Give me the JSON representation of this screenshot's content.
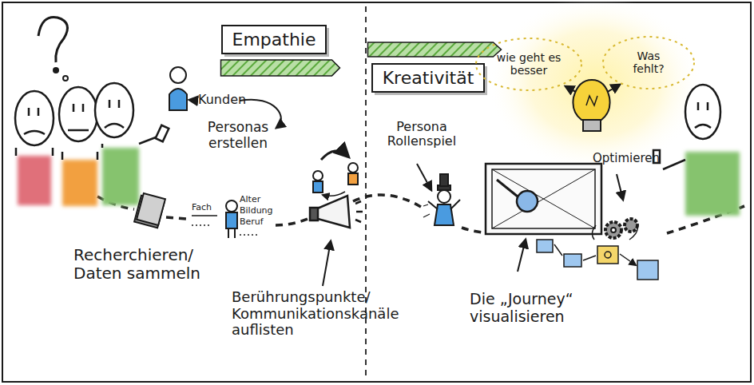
{
  "diagram": {
    "nodes": [
      {
        "text": [
          "Empathie"
        ]
      },
      {
        "text": [
          "Kreativität"
        ]
      },
      {
        "text": [
          "wie geht es besser"
        ]
      },
      {
        "text": [
          "Was fehlt?"
        ]
      }
    ],
    "labels": [
      "Kunden",
      "Personas erstellen",
      "Fach",
      "Alter",
      "Bildung",
      "Beruf",
      "Recherchieren/ Daten sammeln",
      "Berührungspunkte/ Kommunikationskanäle auflisten",
      "Persona Rollenspiel",
      "Optimieren",
      "Die „Journey“ visualisieren"
    ]
  }
}
